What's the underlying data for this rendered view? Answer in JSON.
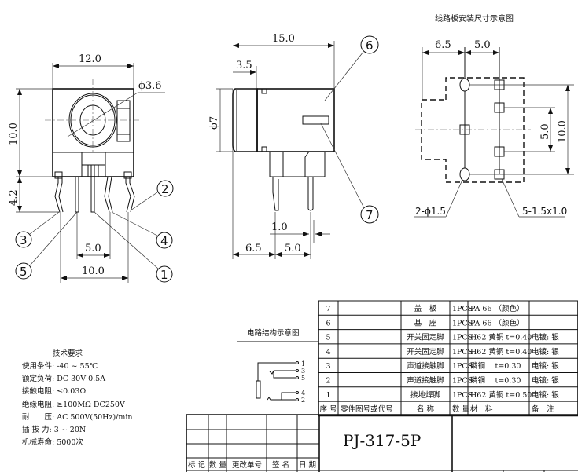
{
  "front_view": {
    "dim_width": "12.0",
    "dim_hole": "ϕ3.6",
    "dim_height": "10.0",
    "dim_pin_length": "4.2",
    "dim_pin_pitch_inner": "5.0",
    "dim_pin_pitch_outer": "10.0",
    "callouts": [
      "1",
      "2",
      "3",
      "4",
      "5"
    ]
  },
  "side_view": {
    "dim_length": "15.0",
    "dim_front": "3.5",
    "dim_diameter": "ϕ7",
    "dim_pin_width": "1.0",
    "dim_offset_a": "6.5",
    "dim_offset_b": "5.0",
    "callouts": [
      "6",
      "7"
    ]
  },
  "pcb_view": {
    "title": "线路板安装尺寸示意图",
    "dim_a": "6.5",
    "dim_b": "5.0",
    "dim_inner": "5.0",
    "dim_outer": "10.0",
    "hole_label": "2-ϕ1.5",
    "pad_label": "5-1.5x1.0"
  },
  "circuit": {
    "title": "电路结构示意图",
    "terminals": [
      "1",
      "3",
      "5",
      "4",
      "2"
    ]
  },
  "tech_requirements": {
    "title": "技术要求",
    "lines": [
      "使用条件: -40 ~ 55℃",
      "额定负荷: DC 30V 0.5A",
      "接触电阻: ≤0.03Ω",
      "绝缘电阻: ≥100MΩ DC250V",
      "耐　　压: AC 500V(50Hz)/min",
      "插 拔 力: 3 ~ 20N",
      "机械寿命: 5000次"
    ]
  },
  "bom": {
    "rows": [
      {
        "no": "7",
        "code": "",
        "name": "盖　板",
        "qty": "1PCS",
        "material": "PA 66 （颜色）",
        "note": ""
      },
      {
        "no": "6",
        "code": "",
        "name": "基　座",
        "qty": "1PCS",
        "material": "PA 66 （颜色）",
        "note": ""
      },
      {
        "no": "5",
        "code": "",
        "name": "开关固定脚",
        "qty": "1PCS",
        "material": "H62 黄铜 t=0.40",
        "note": "电镀: 银"
      },
      {
        "no": "4",
        "code": "",
        "name": "开关固定脚",
        "qty": "1PCS",
        "material": "H62 黄铜 t=0.40",
        "note": "电镀: 银"
      },
      {
        "no": "3",
        "code": "",
        "name": "声道接触脚",
        "qty": "1PCS",
        "material": "磷铜　 t=0.30",
        "note": "电镀: 银"
      },
      {
        "no": "2",
        "code": "",
        "name": "声道接触脚",
        "qty": "1PCS",
        "material": "磷铜　 t=0.30",
        "note": "电镀: 银"
      },
      {
        "no": "1",
        "code": "",
        "name": "接地焊脚",
        "qty": "1PCS",
        "material": "H62 黄铜 t=0.50",
        "note": "电镀: 银"
      }
    ],
    "headers": {
      "no": "序 号",
      "code": "零件图号或代号",
      "name": "名 称",
      "qty": "数 量",
      "material": "材　料",
      "note": "备　注"
    }
  },
  "title_block": {
    "part_number": "PJ-317-5P",
    "revision_headers": [
      "标 记",
      "数 量",
      "更改单号",
      "签 名",
      "日 期"
    ]
  }
}
